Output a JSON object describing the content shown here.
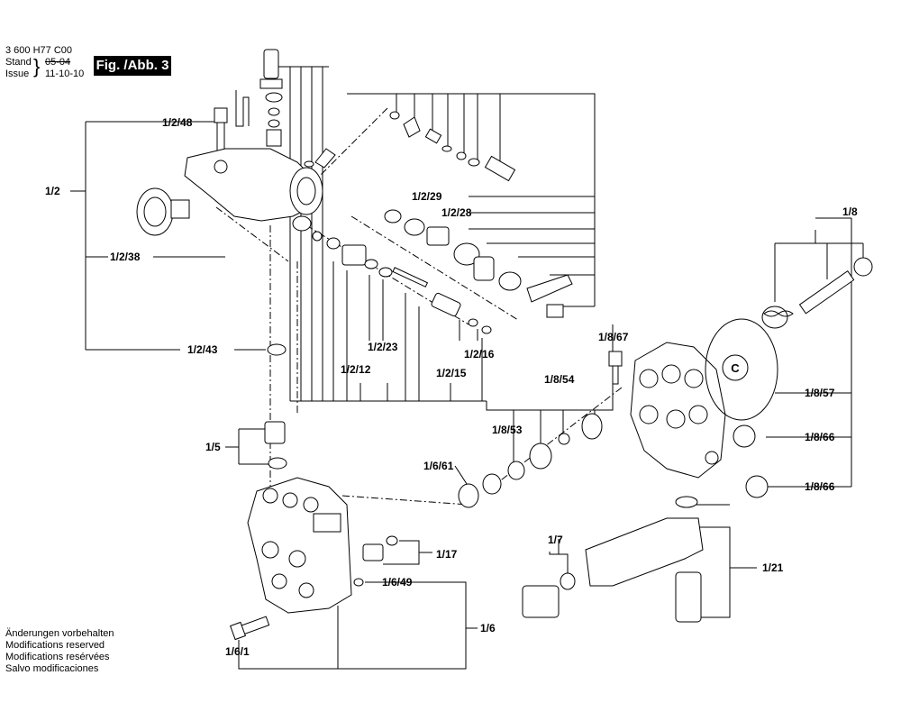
{
  "header": {
    "doc_number": "3 600 H77 C00",
    "stand_label": "Stand",
    "issue_label": "Issue",
    "stand_date_struck": "05-04",
    "issue_date": "11-10-10",
    "figure_label": "Fig. /Abb. 3"
  },
  "notes": [
    "Änderungen vorbehalten",
    "Modifications reserved",
    "Modifications resérvées",
    "Salvo modificaciones"
  ],
  "part_labels": {
    "p1_2": "1/2",
    "p1_2_48": "1/2/48",
    "p1_2_38": "1/2/38",
    "p1_2_43": "1/2/43",
    "p1_2_29": "1/2/29",
    "p1_2_28": "1/2/28",
    "p1_2_12": "1/2/12",
    "p1_2_23": "1/2/23",
    "p1_2_15": "1/2/15",
    "p1_2_16": "1/2/16",
    "p1_5": "1/5",
    "p1_17": "1/17",
    "p1_6_49": "1/6/49",
    "p1_6": "1/6",
    "p1_6_1": "1/6/1",
    "p1_6_61": "1/6/61",
    "p1_8": "1/8",
    "p1_8_67": "1/8/67",
    "p1_8_54": "1/8/54",
    "p1_8_53": "1/8/53",
    "p1_8_57": "1/8/57",
    "p1_8_66a": "1/8/66",
    "p1_8_66b": "1/8/66",
    "p1_7": "1/7",
    "p1_21": "1/21",
    "callout_c": "C"
  }
}
